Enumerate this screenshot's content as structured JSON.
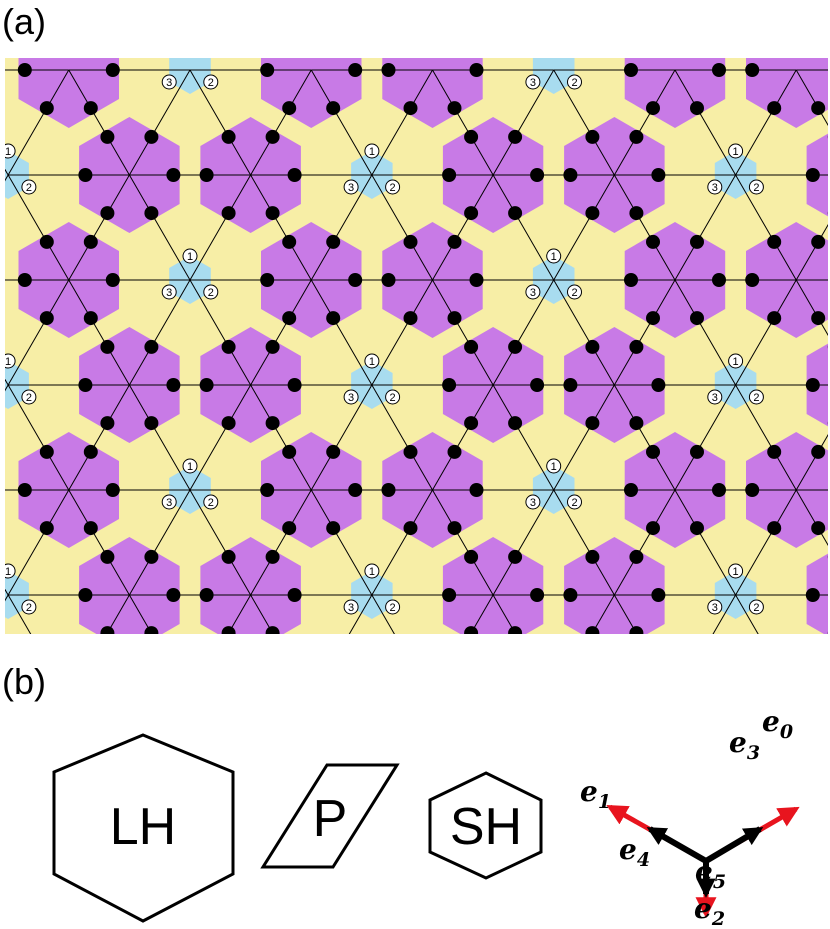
{
  "panel_a": {
    "label": "(a)",
    "colors": {
      "large_hexagon": "#c87ae6",
      "parallelogram": "#f7eea6",
      "small_hexagon": "#a8dcef",
      "edge": "#000000",
      "site_marker": "#000000"
    },
    "vertex_labels": [
      "1",
      "2",
      "3"
    ]
  },
  "panel_b": {
    "label": "(b)",
    "shapes": {
      "large_hexagon": "LH",
      "parallelogram": "P",
      "small_hexagon": "SH"
    },
    "vectors": {
      "e0": {
        "base": "e",
        "sub": "0"
      },
      "e1": {
        "base": "e",
        "sub": "1"
      },
      "e2": {
        "base": "e",
        "sub": "2"
      },
      "e3": {
        "base": "e",
        "sub": "3"
      },
      "e4": {
        "base": "e",
        "sub": "4"
      },
      "e5": {
        "base": "e",
        "sub": "5"
      }
    },
    "colors": {
      "long_arrow": "#e8141e",
      "short_arrow": "#000000"
    }
  }
}
